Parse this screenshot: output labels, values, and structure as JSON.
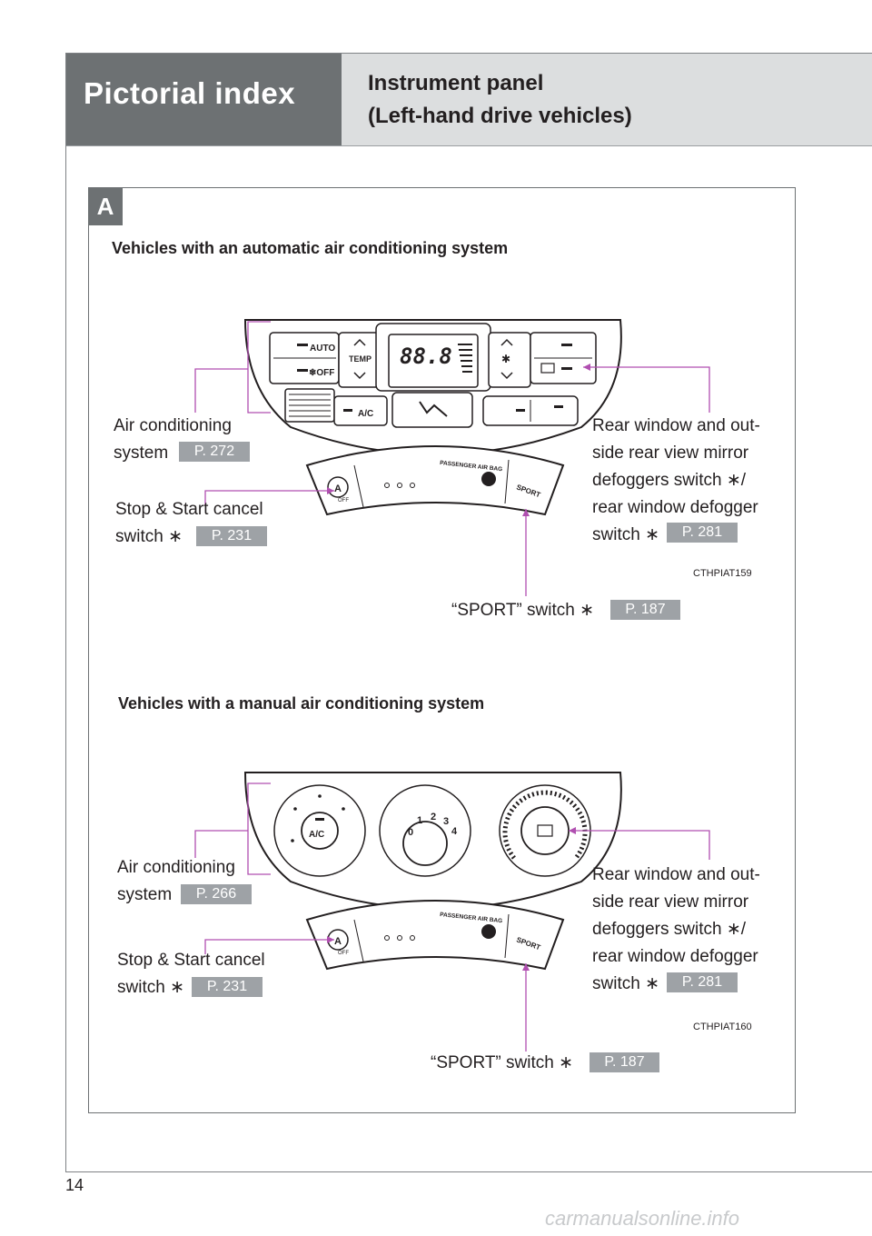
{
  "header": {
    "section_title": "Pictorial index",
    "subtitle_line1": "Instrument panel",
    "subtitle_line2": "(Left-hand drive vehicles)"
  },
  "section_letter": "A",
  "auto": {
    "heading": "Vehicles with an automatic air conditioning system",
    "ac_label_1": "Air conditioning",
    "ac_label_2": "system",
    "ac_ref": "P. 272",
    "stop_label_1": "Stop & Start cancel",
    "stop_label_2": "switch ∗",
    "stop_ref": "P. 231",
    "rear_label_1": "Rear window and out-",
    "rear_label_2": "side rear view mirror",
    "rear_label_3": "defoggers switch ∗/",
    "rear_label_4": "rear window defogger",
    "rear_label_5": "switch ∗",
    "rear_ref": "P. 281",
    "sport_label": "“SPORT” switch ∗",
    "sport_ref": "P. 187",
    "image_code": "CTHPIAT159",
    "panel_text": {
      "auto": "AUTO",
      "off": "❄OFF",
      "temp": "TEMP",
      "ac": "A/C",
      "display": "88.8",
      "airbag": "PASSENGER AIR BAG",
      "sport": "SPORT",
      "a_off": "OFF"
    }
  },
  "manual": {
    "heading": "Vehicles with a manual air conditioning system",
    "ac_label_1": "Air conditioning",
    "ac_label_2": "system",
    "ac_ref": "P. 266",
    "stop_label_1": "Stop & Start cancel",
    "stop_label_2": "switch ∗",
    "stop_ref": "P. 231",
    "rear_label_1": "Rear window and out-",
    "rear_label_2": "side rear view mirror",
    "rear_label_3": "defoggers switch ∗/",
    "rear_label_4": "rear window defogger",
    "rear_label_5": "switch ∗",
    "rear_ref": "P. 281",
    "sport_label": "“SPORT” switch ∗",
    "sport_ref": "P. 187",
    "image_code": "CTHPIAT160",
    "panel_text": {
      "ac": "A/C",
      "fan_0": "0",
      "fan_1": "1",
      "fan_2": "2",
      "fan_3": "3",
      "fan_4": "4",
      "airbag": "PASSENGER AIR BAG",
      "sport": "SPORT",
      "a_off": "OFF"
    }
  },
  "page_number": "14",
  "watermark": "carmanualsonline.info",
  "colors": {
    "header_dark": "#6d7173",
    "header_light": "#dcdedf",
    "ref_badge": "#9ea2a6",
    "callout_line": "#b04fb0"
  }
}
